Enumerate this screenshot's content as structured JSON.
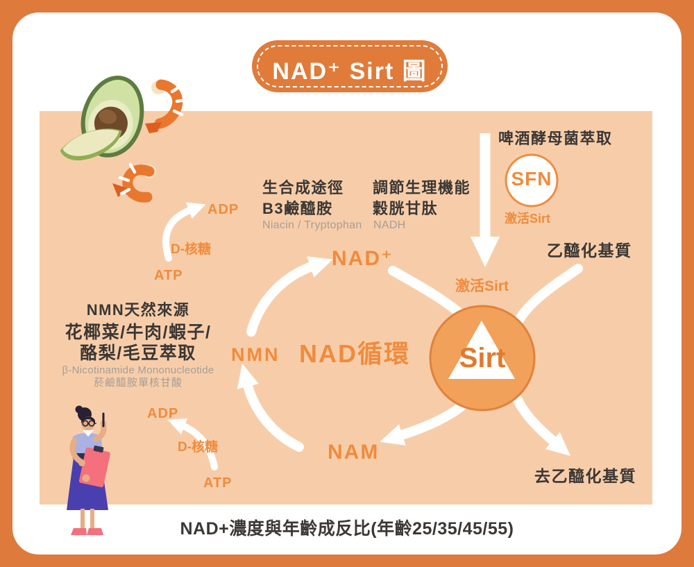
{
  "title": "NAD⁺ Sirt 圖",
  "yeast": {
    "label": "啤酒酵母菌萃取",
    "molecule": "SFN",
    "action": "激活Sirt"
  },
  "biosynthesis": {
    "line1": "生合成途徑",
    "line2": "B3鹼醯胺",
    "note": "Niacin / Tryptophan"
  },
  "regulation": {
    "line1": "調節生理機能",
    "line2": "穀胱甘肽",
    "note": "NADH"
  },
  "nmn_source": {
    "title": "NMN天然來源",
    "foods1": "花椰菜/牛肉/蝦子/",
    "foods2": "酪梨/毛豆萃取",
    "note1": "β-Nicotinamide Mononucleotide",
    "note2": "菸鹼醯胺單核甘酸"
  },
  "salvage_top": {
    "adp": "ADP",
    "ribose": "D-核糖",
    "atp": "ATP"
  },
  "salvage_bottom": {
    "adp": "ADP",
    "ribose": "D-核糖",
    "atp": "ATP"
  },
  "cycle": {
    "nad": "NAD⁺",
    "nmn": "NMN",
    "nam": "NAM",
    "label": "NAD循環",
    "activate": "激活Sirt",
    "enzyme": "Sirt"
  },
  "substrates": {
    "acetylated": "乙醯化基質",
    "deacetylated": "去乙醯化基質"
  },
  "caption": "NAD+濃度與年齡成反比(年齡25/35/45/55)",
  "colors": {
    "frame": "#dd7a3c",
    "panel": "#f7cda9",
    "accent": "#f08b3d",
    "sirt_fill": "#f1a159",
    "sirt_stroke": "#e1813a",
    "ink": "#3b3734",
    "muted": "#a49e98"
  },
  "illustrations": {
    "top_left": "avocado-and-shrimp",
    "bottom_left": "woman-with-clipboard"
  }
}
